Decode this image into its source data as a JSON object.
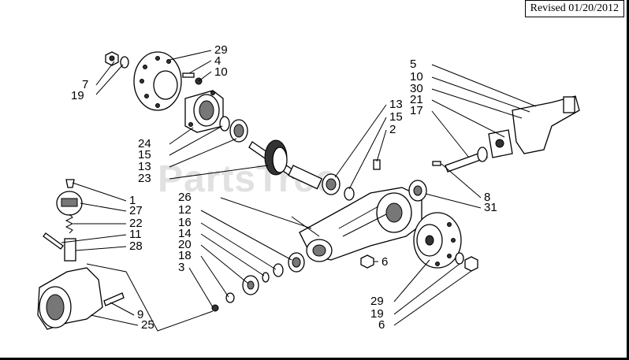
{
  "header": {
    "revised_label": "Revised 01/20/2012"
  },
  "watermark": {
    "text": "PartsTree"
  },
  "callouts": {
    "c29a": "29",
    "c4": "4",
    "c10a": "10",
    "c7": "7",
    "c19a": "19",
    "c5": "5",
    "c10b": "10",
    "c30": "30",
    "c21": "21",
    "c17": "17",
    "c13a": "13",
    "c15a": "15",
    "c2": "2",
    "c24": "24",
    "c15b": "15",
    "c13b": "13",
    "c23": "23",
    "c26": "26",
    "c12": "12",
    "c16": "16",
    "c14": "14",
    "c20": "20",
    "c18": "18",
    "c3": "3",
    "c1": "1",
    "c27": "27",
    "c22": "22",
    "c11": "11",
    "c28": "28",
    "c9": "9",
    "c25": "25",
    "c8": "8",
    "c31": "31",
    "c6a": "6",
    "c29b": "29",
    "c19b": "19",
    "c6b": "6"
  }
}
